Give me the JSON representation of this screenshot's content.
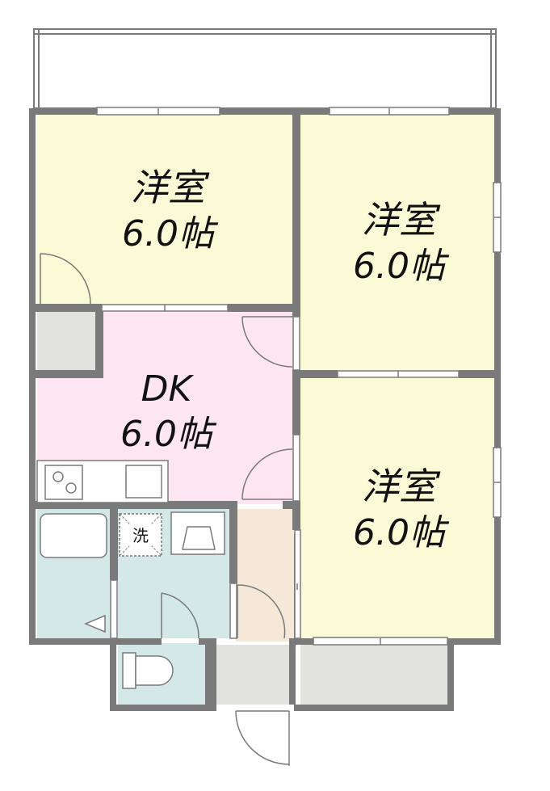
{
  "rooms": {
    "western_1": {
      "name": "洋室",
      "area": "6.0帖"
    },
    "western_2": {
      "name": "洋室",
      "area": "6.0帖"
    },
    "western_3": {
      "name": "洋室",
      "area": "6.0帖"
    },
    "dk": {
      "name": "DK",
      "area": "6.0帖"
    }
  },
  "fixtures": {
    "washer_label": "洗"
  },
  "colors": {
    "wall": "#7a7a7a",
    "western_room": "#fafad6",
    "dk": "#fde6f2",
    "wet_area": "#d4e8e8",
    "hall": "#f5e8d8",
    "closet": "#e2e2de",
    "balcony": "#ffffff"
  }
}
